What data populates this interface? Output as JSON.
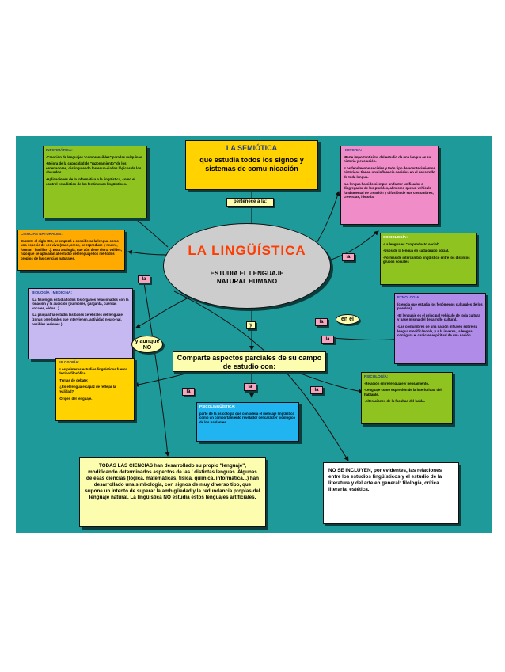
{
  "semiotica": {
    "title": "LA SEMIÓTICA",
    "body": "que estudia todos los signos y sistemas de comu-nicación"
  },
  "pertenece": "pertenece a la:",
  "linguistica": {
    "title": "LA LINGÜÍSTICA",
    "subtitle": "ESTUDIA EL LENGUAJE NATURAL HUMANO"
  },
  "informatica": {
    "head": "INFORMÁTICA:",
    "lines": [
      "-Creación de lenguajes \"comprensibles\" para las máquinas.",
      "-Mejora de la capacidad de \"razonamiento\" de los ordenadores, distinguiendo los enun-ciados lógicos de los absurdos.",
      "-Aplicaciones de la informática a la lingüística, como el control estadístico de los fenómenos lingüísticos."
    ]
  },
  "historia": {
    "head": "HISTORIA:",
    "lines": [
      "-Parte importantísima del estudio de una lengua es su historia y evolución.",
      "-Los fenómenos sociales y todo tipo de acontecimientos históricos tienen una influencia decisiva en el desarrollo de toda lengua.",
      "-La lengua ha sido siempre un factor unificador o disgregador de los pueblos, al mismo que un vehículo fundamental de creación y difusión de sus costumbres, creencias, historia."
    ]
  },
  "naturales": {
    "head": "CIENCIAS NATURALES:",
    "lines": [
      "Durante el siglo XIX, se empezó a considerar la lengua como una especie de ser vivo (nace, crece, se reproduce y muere, forman \"familias\".). Esta analogía, que aún tiene cierta validez, hizo que se aplicaran al estudio del lenguaje los mé-todos propios de las ciencias naturales."
    ]
  },
  "sociologia": {
    "head": "SOCIOLOGÍA:",
    "lines": [
      "-La lengua es \"un producto social\".",
      "-Usos de la lengua en cada grupo social.",
      "-Formas de intercambio lingüístico entre los distintos grupos sociales"
    ]
  },
  "biologia": {
    "head": "BIOLOGÍA - MEDICINA:",
    "lines": [
      "-La fisiología estudia todos los órganos relacionados con la fonación y la audición (pulmones, garganta, cuerdas vocales, oídos...).",
      "-La psiquiatría estudia las bases cerebrales del lenguaje (zonas cere-brales que intervienen, actividad neuro-nal, posibles lesiones.)."
    ]
  },
  "etnologia": {
    "head": "ETNOLOGÍA",
    "lines": [
      "(ciencia que estudia los fenómenos culturales de los pueblos):",
      "-El lenguaje es el principal vehículo de toda cultura y base misma del desarrollo cultural.",
      "-Las costumbres de una nación influyen sobre su lengua modificándola, y a la inversa, la lengua configura el carácter espiritual de una nación"
    ]
  },
  "filosofia": {
    "head": "FILOSOFÍA:",
    "lines": [
      "-Los primeros estudios lingüísticos fueron de tipo filosófico.",
      "-Temas de debate:",
      "-¿Es el lenguaje capaz de reflejar la realidad?",
      "-Origen del lenguaje."
    ]
  },
  "psicologia": {
    "head": "PSICOLOGÍA:",
    "lines": [
      "-Relación entre lenguaje y pensamiento.",
      "-Lenguaje como expresión de la interioridad del hablante.",
      "-Alteraciones de la facultad del habla."
    ]
  },
  "psicolinguistica": {
    "head": "PSICOLINGÜÍSTICA:",
    "lines": [
      "parte de la psicología que considera el mensaje lingüístico como un comportamiento revelador del carácter sicológico de los hablantes."
    ]
  },
  "comparte": "Comparte aspectos parciales de su campo de estudio con:",
  "y_aunque": "y aunque NO",
  "en_el": "en él",
  "y_label": "y",
  "la_label": "la",
  "todas": "TODAS LAS CIENCIAS han desarrollado su propio \"lenguaje\", modificando determinados aspectos de las ' distintas lenguas. Algunas de esas ciencias (lógica. matemáticas, física, química, informática...) han desarrollado una simbología, con signos de muy diverso tipo, que supone un intento de superar la ambigüedad y la redundancia propias del lenguaje natural. La lingüística NO estudia estos lenguajes artificiales.",
  "no_incluyen": "NO SE INCLUYEN, por evidentes, las relaciones entre los estudios lingüísticos y el estudio de la literatura y del arte en general: filología, crítica literaria, estética.",
  "colors": {
    "background": "#1f9a9a",
    "green": "#8fc31f",
    "yellow": "#ffd200",
    "pink": "#f08cc8",
    "orange": "#ffaa00",
    "lavender": "#c6b8f0",
    "violet": "#b08ce8",
    "cyan": "#20b4f0",
    "cream": "#fdfdb0",
    "tag": "#f6a5c0",
    "oval": "#cdcdcd"
  }
}
